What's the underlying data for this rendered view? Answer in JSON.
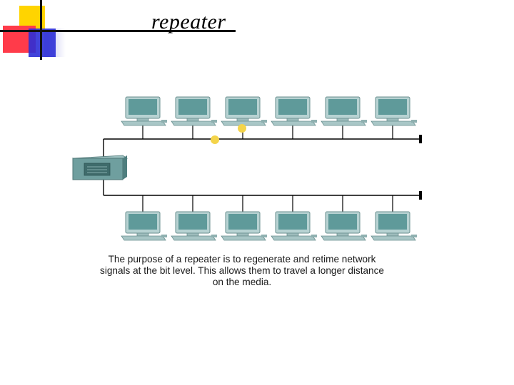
{
  "slide": {
    "title": "repeater"
  },
  "caption": {
    "text": "The purpose of a repeater is to regenerate and retime network\nsignals at the bit level. This allows them to travel a longer distance\non the media."
  },
  "diagram": {
    "top_segment_workstations": 6,
    "bottom_segment_workstations": 6,
    "colors": {
      "monitor_body": "#a9c7c7",
      "monitor_screen": "#5f9a9a",
      "repeater_body": "#6b9a9a",
      "cable": "#000000",
      "signal_dot": "#f4d44a"
    },
    "icons": {
      "workstation": "computer-icon",
      "repeater": "repeater-icon"
    }
  }
}
